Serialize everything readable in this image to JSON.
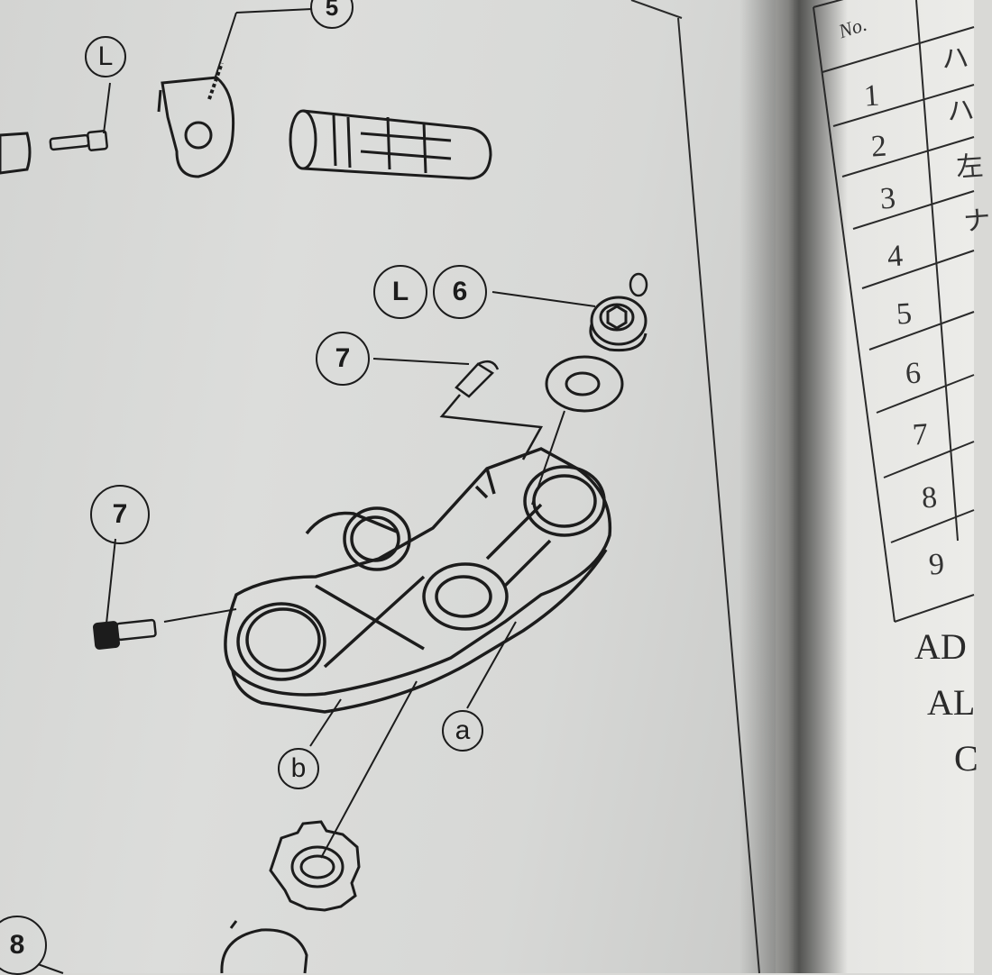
{
  "diagram": {
    "callouts": {
      "c5": "5",
      "cL_top": "L",
      "cL_mid": "L",
      "c6": "6",
      "c7_upper": "7",
      "c7_left": "7",
      "c8": "8",
      "ca": "a",
      "cb": "b"
    }
  },
  "table": {
    "header": "No.",
    "rows": [
      "1",
      "2",
      "3",
      "4",
      "5",
      "6",
      "7",
      "8",
      "9"
    ],
    "jp_fragments": [
      "ハ",
      "ハ",
      "左",
      "ナ"
    ]
  },
  "side_text": {
    "line1": "AD",
    "line2": "AL",
    "line3": "C"
  },
  "colors": {
    "ink": "#1c1c1c",
    "paper": "#dcdddb",
    "gutter": "#3c3c3a"
  }
}
